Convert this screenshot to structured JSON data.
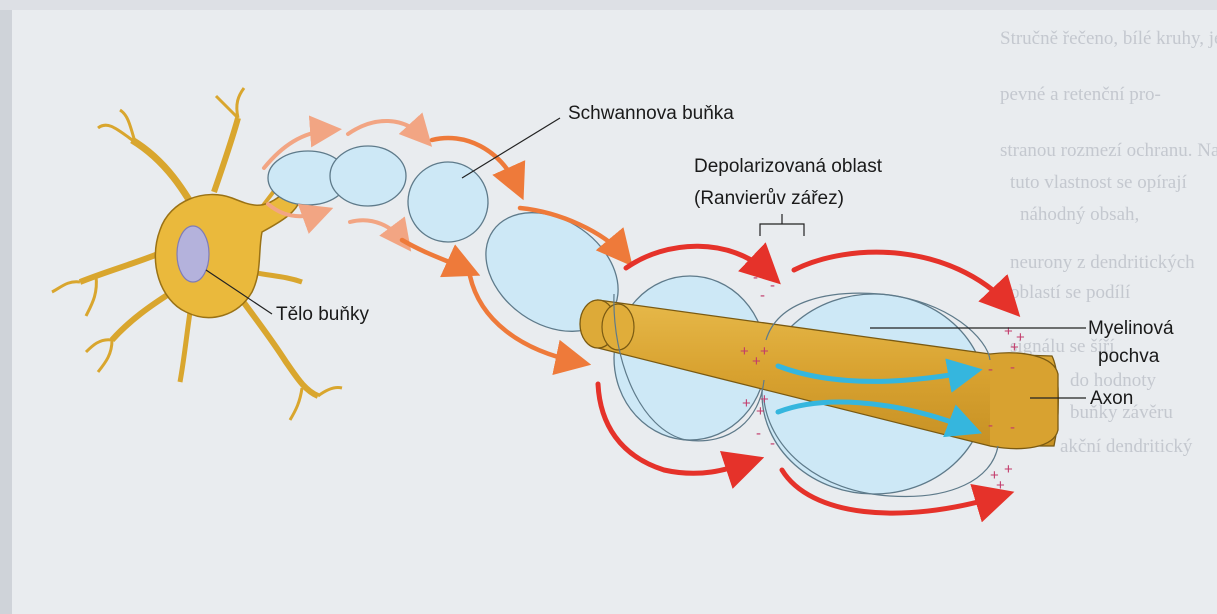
{
  "labels": {
    "schwann_cell": "Schwannova buňka",
    "depolarized_line1": "Depolarizovaná oblast",
    "depolarized_line2": "(Ranvierův zářez)",
    "cell_body": "Tělo buňky",
    "myelin_line1": "Myelinová",
    "myelin_line2": "pochva",
    "axon": "Axon"
  },
  "background_text": [
    "Stručně řečeno, bílé kruhy, je",
    "pevné a retenční pro-",
    "stranou rozmezí ochranu. Na",
    "tuto vlastnost se opírají",
    "náhodný obsah,",
    "neurony z dendritických",
    "oblastí se podílí",
    "signálu se šíří",
    "do hodnoty",
    "buňky závěru",
    "akční dendritický"
  ],
  "charges": {
    "plus": "+",
    "minus": "-"
  },
  "colors": {
    "neuron_body": "#eab93c",
    "axon": "#d9a62e",
    "myelin": "#cde8f6",
    "myelin_stroke": "#5e7a8a",
    "arrow_red": "#e5322a",
    "arrow_orange": "#ee7a3a",
    "arrow_cyan": "#35b6de",
    "page_bg": "#e9ecef"
  }
}
